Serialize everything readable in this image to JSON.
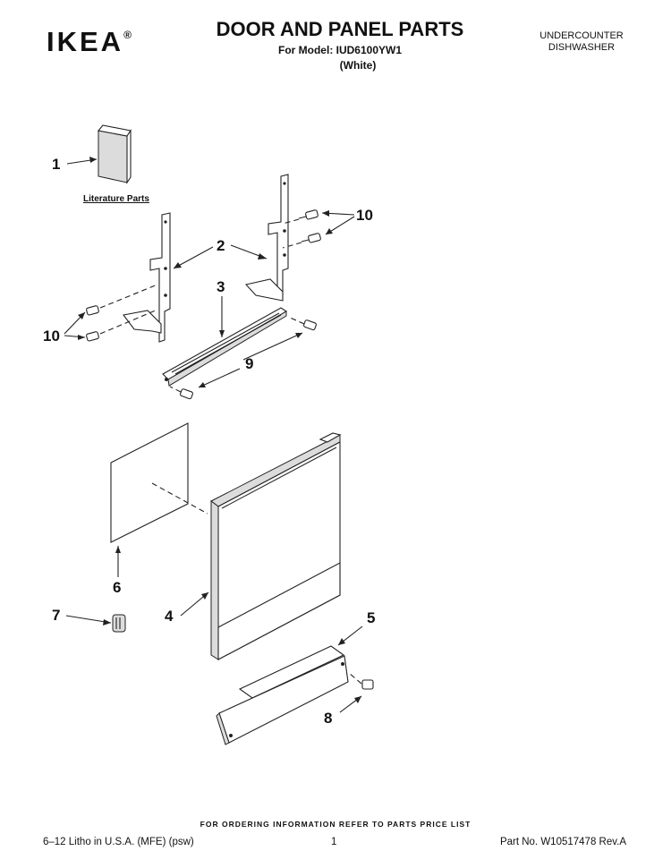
{
  "header": {
    "brand": "IKEA",
    "brand_mark": "®",
    "title": "DOOR AND PANEL PARTS",
    "model_line": "For Model: IUD6100YW1",
    "color": "(White)",
    "product_type_line1": "UNDERCOUNTER",
    "product_type_line2": "DISHWASHER"
  },
  "diagram": {
    "literature_label": "Literature Parts",
    "callouts": {
      "c1": "1",
      "c2": "2",
      "c3": "3",
      "c4": "4",
      "c5": "5",
      "c6": "6",
      "c7": "7",
      "c8": "8",
      "c9": "9",
      "c10_right": "10",
      "c10_left": "10"
    }
  },
  "footer": {
    "order_note": "FOR ORDERING INFORMATION REFER TO PARTS PRICE LIST",
    "litho": "6–12 Litho in U.S.A. (MFE) (psw)",
    "page": "1",
    "part_number": "Part No. W10517478 Rev.A"
  }
}
